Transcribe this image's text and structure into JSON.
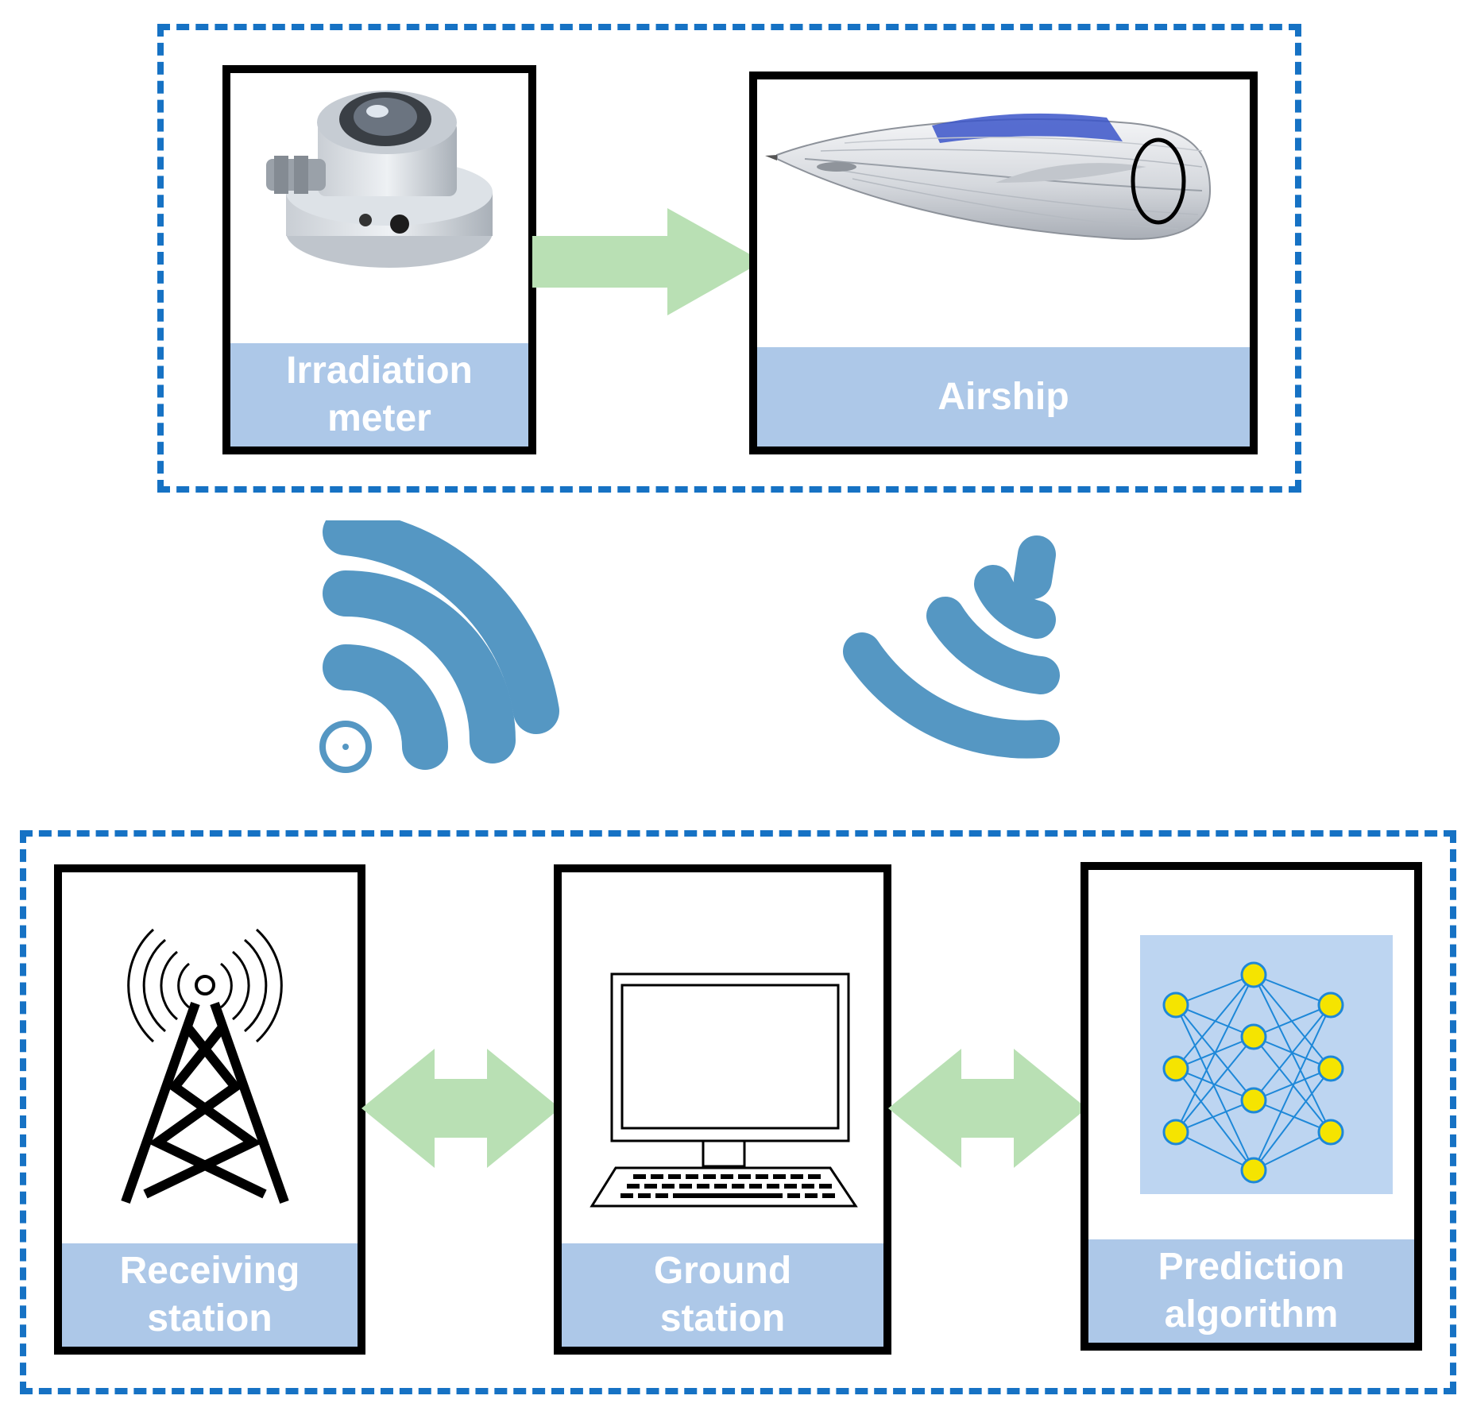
{
  "nodes": {
    "irradiation_meter": {
      "line1": "Irradiation",
      "line2": "meter"
    },
    "airship": {
      "label": "Airship"
    },
    "receiving_station": {
      "line1": "Receiving",
      "line2": "station"
    },
    "ground_station": {
      "line1": "Ground",
      "line2": "station"
    },
    "prediction_algorithm": {
      "line1": "Prediction",
      "line2": "algorithm"
    }
  },
  "icons": {
    "irradiation_meter": "irradiance-sensor-icon",
    "airship": "airship-icon",
    "receiving_station": "radio-tower-icon",
    "ground_station": "computer-icon",
    "prediction_algorithm": "neural-network-icon",
    "signal_left": "wireless-signal-icon",
    "signal_right": "wireless-signal-icon"
  },
  "colors": {
    "group_border": "#1672c4",
    "label_band": "#adc8e8",
    "arrow": "#b9e0b4",
    "signal": "#5597c3",
    "nn_node": "#f5e400",
    "nn_edge": "#1e88d8"
  }
}
